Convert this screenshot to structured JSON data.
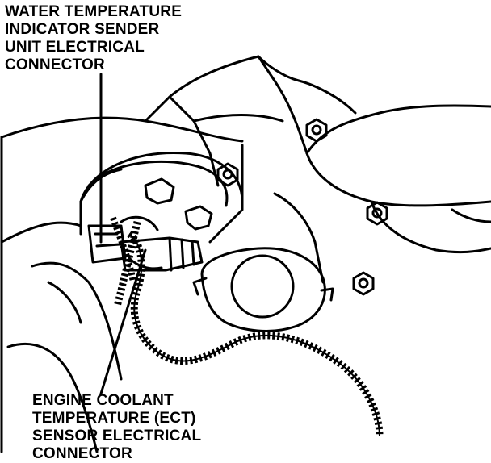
{
  "labels": {
    "water_temp_sender": [
      "WATER TEMPERATURE",
      "INDICATOR SENDER",
      "UNIT ELECTRICAL",
      "CONNECTOR"
    ],
    "ect_sensor": [
      "ENGINE COOLANT",
      "TEMPERATURE (ECT)",
      "SENSOR ELECTRICAL",
      "CONNECTOR"
    ]
  },
  "colors": {
    "ink": "#000000",
    "paper": "#ffffff"
  }
}
